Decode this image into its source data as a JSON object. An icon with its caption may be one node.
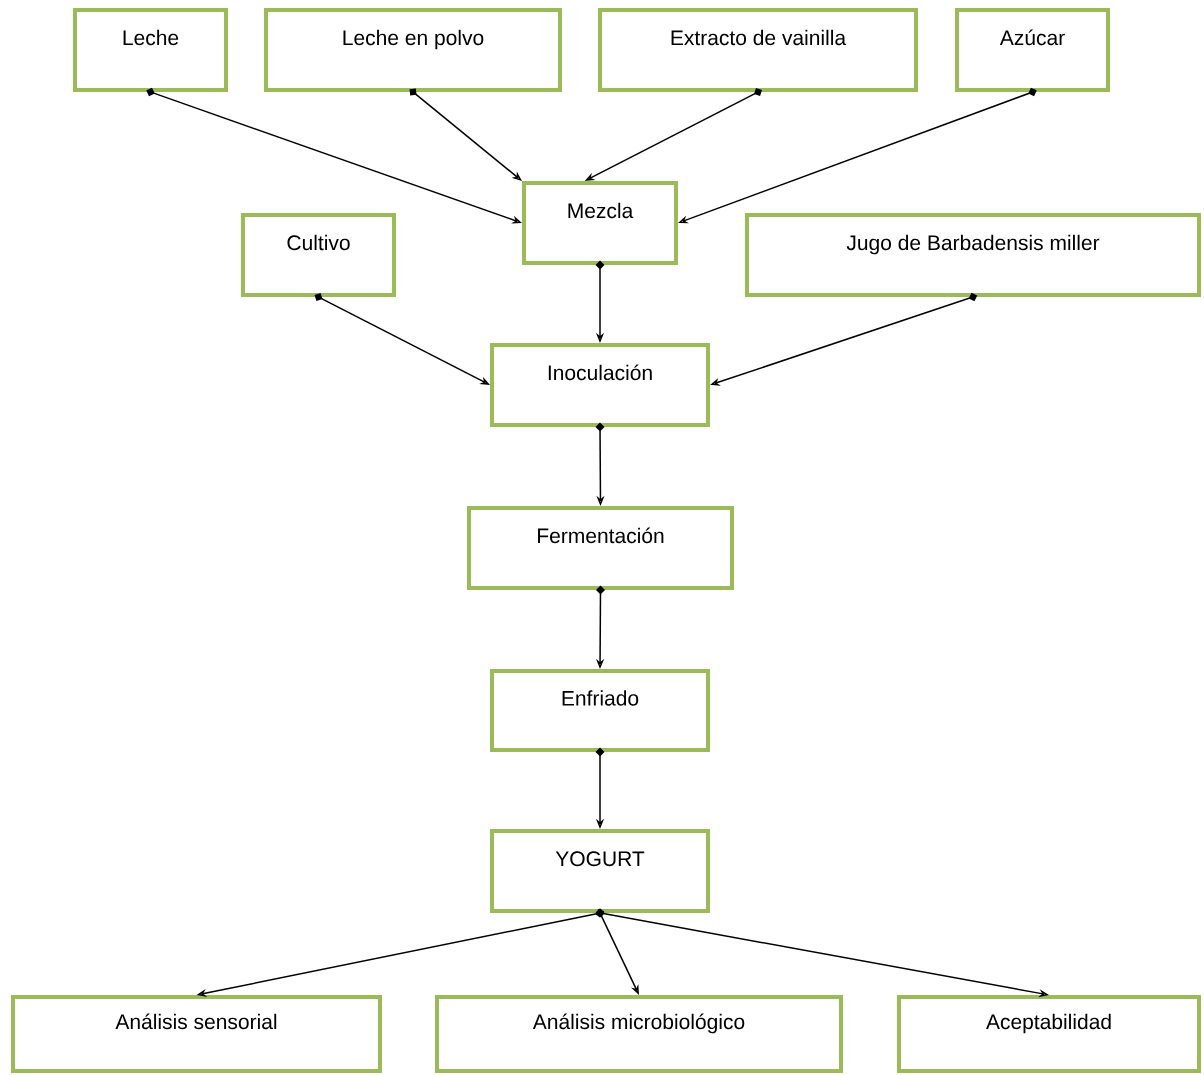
{
  "diagram": {
    "nodes": [
      {
        "text": [
          "Leche"
        ]
      },
      {
        "text": [
          "Leche en polvo"
        ]
      },
      {
        "text": [
          "Extracto de vainilla"
        ]
      },
      {
        "text": [
          "Azúcar"
        ]
      },
      {
        "text": [
          "Mezcla"
        ]
      },
      {
        "text": [
          "Cultivo"
        ]
      },
      {
        "text": [
          "Jugo de Barbadensis miller"
        ]
      },
      {
        "text": [
          "Inoculación"
        ]
      },
      {
        "text": [
          "Fermentación"
        ]
      },
      {
        "text": [
          "Enfriado"
        ]
      },
      {
        "text": [
          "YOGURT"
        ]
      },
      {
        "text": [
          "Análisis sensorial"
        ]
      },
      {
        "text": [
          "Análisis microbiológico"
        ]
      },
      {
        "text": [
          "Aceptabilidad"
        ]
      }
    ],
    "edges": [
      {
        "from": 0,
        "to": 4,
        "arrow": "to"
      },
      {
        "from": 1,
        "to": 4,
        "arrow": "to"
      },
      {
        "from": 2,
        "to": 4,
        "arrow": "to"
      },
      {
        "from": 3,
        "to": 4,
        "arrow": "to"
      },
      {
        "from": 4,
        "to": 7,
        "arrow": "to"
      },
      {
        "from": 5,
        "to": 7,
        "arrow": "to"
      },
      {
        "from": 6,
        "to": 7,
        "arrow": "to"
      },
      {
        "from": 7,
        "to": 8,
        "arrow": "to"
      },
      {
        "from": 8,
        "to": 9,
        "arrow": "to"
      },
      {
        "from": 9,
        "to": 10,
        "arrow": "to"
      },
      {
        "from": 10,
        "to": 11,
        "arrow": "to"
      },
      {
        "from": 10,
        "to": 12,
        "arrow": "to"
      },
      {
        "from": 10,
        "to": 13,
        "arrow": "to"
      }
    ]
  }
}
